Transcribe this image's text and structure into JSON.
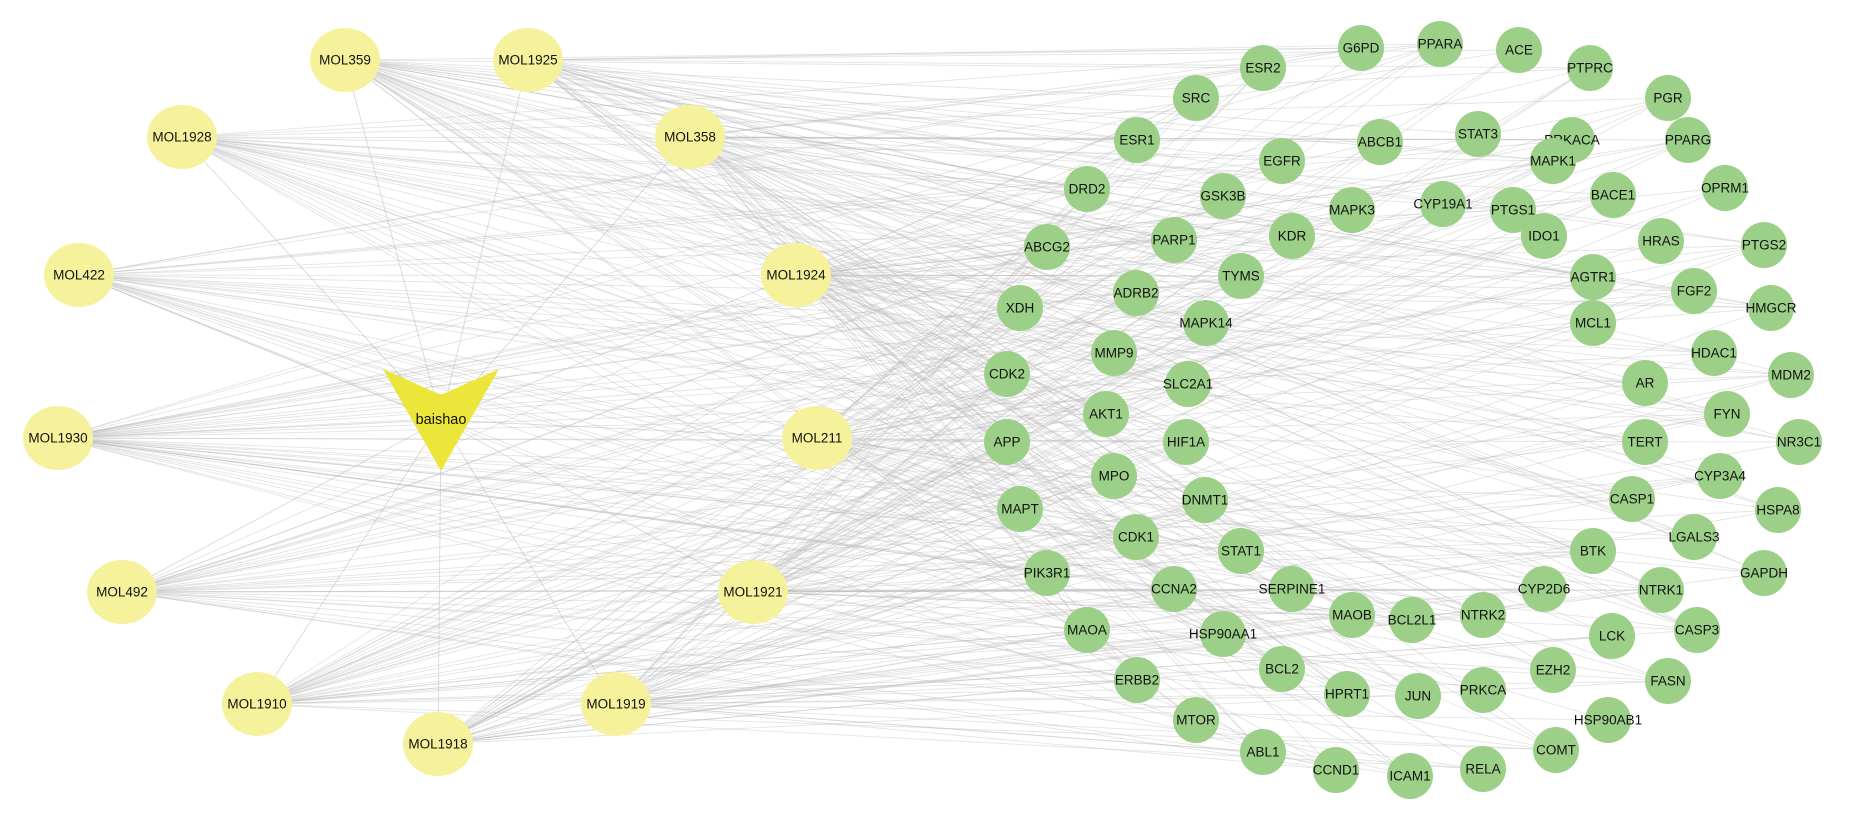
{
  "colors": {
    "herb": "#ece63a",
    "compound": "#f6f29c",
    "target": "#9ccf87",
    "edge": "#b9b9b9",
    "label": "#111111"
  },
  "herb": {
    "label": "baishao",
    "shape": "v-arrow"
  },
  "compounds": [
    "MOL359",
    "MOL1925",
    "MOL1928",
    "MOL358",
    "MOL422",
    "MOL1924",
    "MOL1930",
    "MOL211",
    "MOL492",
    "MOL1921",
    "MOL1910",
    "MOL1918",
    "MOL1919"
  ],
  "targets": [
    "G6PD",
    "PPARA",
    "ACE",
    "ESR2",
    "PTPRC",
    "SRC",
    "PGR",
    "ESR1",
    "ABCB1",
    "STAT3",
    "PRKACA",
    "PPARG",
    "EGFR",
    "MAPK1",
    "DRD2",
    "GSK3B",
    "CYP19A1",
    "BACE1",
    "OPRM1",
    "MAPK3",
    "PTGS1",
    "ABCG2",
    "PARP1",
    "KDR",
    "IDO1",
    "HRAS",
    "PTGS2",
    "TYMS",
    "AGTR1",
    "ADRB2",
    "XDH",
    "FGF2",
    "HMGCR",
    "MAPK14",
    "MCL1",
    "MMP9",
    "HDAC1",
    "CDK2",
    "SLC2A1",
    "MDM2",
    "AR",
    "AKT1",
    "FYN",
    "APP",
    "HIF1A",
    "TERT",
    "NR3C1",
    "MPO",
    "CYP3A4",
    "DNMT1",
    "CASP1",
    "MAPT",
    "HSPA8",
    "CDK1",
    "LGALS3",
    "STAT1",
    "BTK",
    "PIK3R1",
    "GAPDH",
    "CCNA2",
    "SERPINE1",
    "CYP2D6",
    "NTRK1",
    "MAOB",
    "BCL2L1",
    "NTRK2",
    "MAOA",
    "HSP90AA1",
    "LCK",
    "CASP3",
    "BCL2",
    "EZH2",
    "ERBB2",
    "FASN",
    "HPRT1",
    "JUN",
    "PRKCA",
    "HSP90AB1",
    "MTOR",
    "ABL1",
    "COMT",
    "CCND1",
    "ICAM1",
    "RELA"
  ]
}
